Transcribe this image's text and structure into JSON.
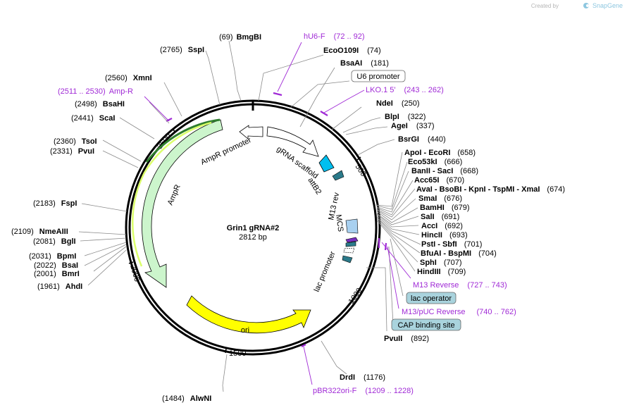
{
  "watermark": {
    "prefix": "Created by",
    "brand": "SnapGene"
  },
  "plasmid": {
    "name": "Grin1 gRNA#2",
    "length": "2812 bp"
  },
  "ticks": [
    "500",
    "1000",
    "1500",
    "2000",
    "2500"
  ],
  "sites": [
    {
      "pos": "(69)",
      "name": "BmgBI"
    },
    {
      "pos": "(74)",
      "name": "EcoO109I"
    },
    {
      "pos": "(181)",
      "name": "BsaAI"
    },
    {
      "pos": "(250)",
      "name": "NdeI"
    },
    {
      "pos": "(322)",
      "name": "BlpI"
    },
    {
      "pos": "(337)",
      "name": "AgeI"
    },
    {
      "pos": "(440)",
      "name": "BsrGI"
    },
    {
      "pos": "(658)",
      "name": "ApoI - EcoRI"
    },
    {
      "pos": "(666)",
      "name": "Eco53kI"
    },
    {
      "pos": "(668)",
      "name": "BanII - SacI"
    },
    {
      "pos": "(670)",
      "name": "Acc65I"
    },
    {
      "pos": "(674)",
      "name": "AvaI - BsoBI - KpnI - TspMI - XmaI"
    },
    {
      "pos": "(676)",
      "name": "SmaI"
    },
    {
      "pos": "(679)",
      "name": "BamHI"
    },
    {
      "pos": "(691)",
      "name": "SalI"
    },
    {
      "pos": "(692)",
      "name": "AccI"
    },
    {
      "pos": "(693)",
      "name": "HincII"
    },
    {
      "pos": "(701)",
      "name": "PstI - SbfI"
    },
    {
      "pos": "(704)",
      "name": "BfuAI - BspMI"
    },
    {
      "pos": "(707)",
      "name": "SphI"
    },
    {
      "pos": "(709)",
      "name": "HindIII"
    },
    {
      "pos": "(892)",
      "name": "PvuII"
    },
    {
      "pos": "(1176)",
      "name": "DrdI"
    },
    {
      "pos": "(1484)",
      "name": "AlwNI"
    },
    {
      "pos": "(1961)",
      "name": "AhdI"
    },
    {
      "pos": "(2001)",
      "name": "BmrI"
    },
    {
      "pos": "(2022)",
      "name": "BsaI"
    },
    {
      "pos": "(2031)",
      "name": "BpmI"
    },
    {
      "pos": "(2081)",
      "name": "BglI"
    },
    {
      "pos": "(2109)",
      "name": "NmeAIII"
    },
    {
      "pos": "(2183)",
      "name": "FspI"
    },
    {
      "pos": "(2331)",
      "name": "PvuI"
    },
    {
      "pos": "(2360)",
      "name": "TsoI"
    },
    {
      "pos": "(2441)",
      "name": "ScaI"
    },
    {
      "pos": "(2498)",
      "name": "BsaHI"
    },
    {
      "pos": "(2560)",
      "name": "XmnI"
    },
    {
      "pos": "(2765)",
      "name": "SspI"
    }
  ],
  "primers": [
    {
      "name": "hU6-F",
      "range": "(72 .. 92)"
    },
    {
      "name": "LKO.1 5'",
      "range": "(243 .. 262)"
    },
    {
      "name": "M13 Reverse",
      "range": "(727 .. 743)"
    },
    {
      "name": "M13/pUC Reverse",
      "range": "(740 .. 762)"
    },
    {
      "name": "pBR322ori-F",
      "range": "(1209 .. 1228)"
    },
    {
      "name": "Amp-R",
      "range": "(2511 .. 2530)"
    }
  ],
  "boxed_labels": [
    {
      "text": "U6 promoter",
      "fill": "#ffffff"
    },
    {
      "text": "lac operator",
      "fill": "#a9d3dd"
    },
    {
      "text": "CAP binding site",
      "fill": "#a9d3dd"
    }
  ],
  "features": [
    {
      "name": "AmpR promoter",
      "color": "#ccf5cc"
    },
    {
      "name": "AmpR",
      "color": "#ccf5cc"
    },
    {
      "name": "ori",
      "color": "#ffff00"
    },
    {
      "name": "gRNA scaffold",
      "color": "#ffffff"
    },
    {
      "name": "attB2",
      "color": "#2b7a8a"
    },
    {
      "name": "MCS",
      "color": "#a8d0f0"
    },
    {
      "name": "M13 rev",
      "color": "#7a2fc0"
    },
    {
      "name": "lac promoter",
      "color": "#ffffff"
    }
  ],
  "colors": {
    "primer": "#a02ad6",
    "backbone": "#000000",
    "u6_arrow": "#00bfef",
    "attB2": "#2b7a8a"
  }
}
